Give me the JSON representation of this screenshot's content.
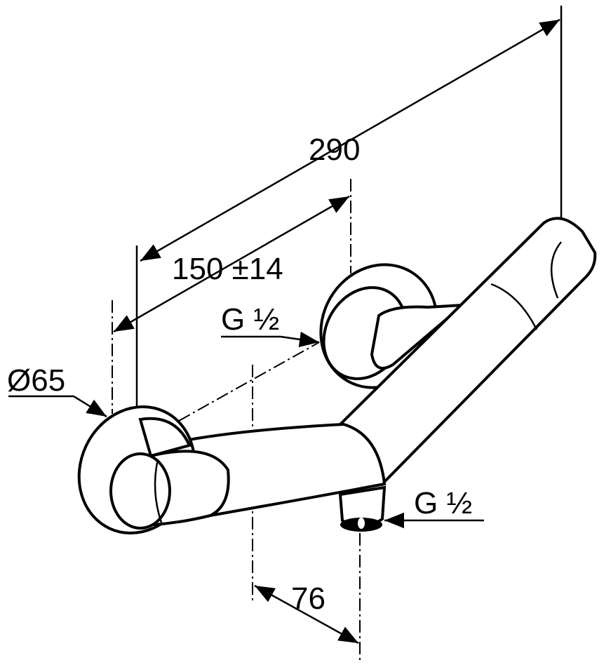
{
  "dimensions": {
    "overall_length": "290",
    "center_distance": "150 ±14",
    "rosette_diameter": "Ø65",
    "inlet_thread": "G ½",
    "outlet_thread": "G ½",
    "outlet_offset": "76"
  }
}
